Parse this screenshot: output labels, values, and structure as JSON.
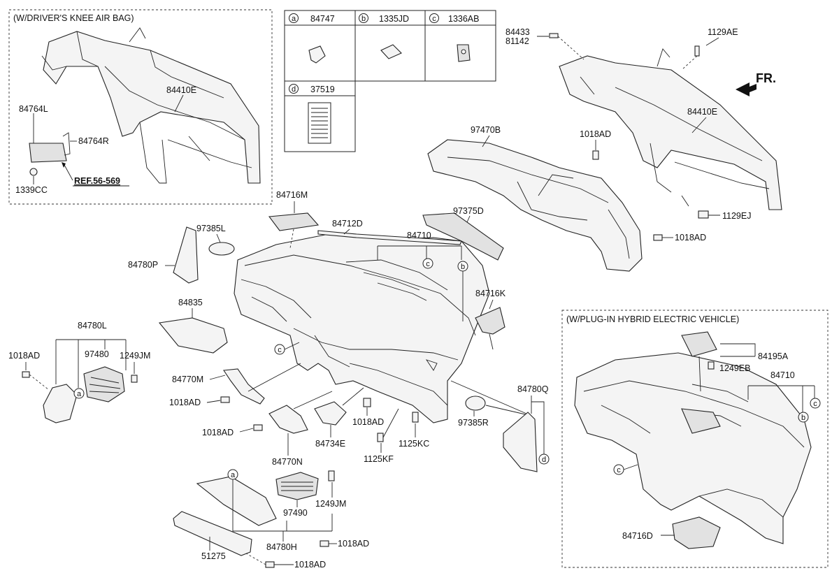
{
  "inset_driver_knee": {
    "title": "(W/DRIVER'S KNEE AIR BAG)",
    "ref": "REF.56-569",
    "labels": {
      "crossbar": "84410E",
      "bracket_l": "84764L",
      "bracket_r": "84764R",
      "nut": "1339CC"
    }
  },
  "inset_plugin": {
    "title": "(W/PLUG-IN HYBRID ELECTRIC VEHICLE)",
    "labels": {
      "cover": "84195A",
      "screw": "1249EB",
      "crash_pad": "84710",
      "bracket": "84716D"
    },
    "circles": {
      "c1": "c",
      "b1": "b",
      "c2": "c"
    }
  },
  "legend": {
    "cells": [
      {
        "letter": "a",
        "part": "84747"
      },
      {
        "letter": "b",
        "part": "1335JD"
      },
      {
        "letter": "c",
        "part": "1336AB"
      },
      {
        "letter": "d",
        "part": "37519"
      }
    ]
  },
  "fr_label": "FR.",
  "labels": {
    "bolt_top_a": "84433",
    "bolt_top_b": "81142",
    "bolt_top_c": "1129AE",
    "crossbar_main": "84410E",
    "screw_1129ej": "1129EJ",
    "duct": "97470B",
    "screw_duct": "1018AD",
    "screw_duct2": "1018AD",
    "defrost_grille": "97375D",
    "crash_pad": "84710",
    "top_cover": "84716M",
    "molding": "84712D",
    "side_cover_l": "97385L",
    "side_panel_l": "84780P",
    "cover_84716k": "84716K",
    "pad_84835": "84835",
    "vent_asm_label": "84780L",
    "vent_97480": "97480",
    "screw_1249jm": "1249JM",
    "screw_1018ad_left": "1018AD",
    "bracket_84770m": "84770M",
    "screw_1018ad_m": "1018AD",
    "screw_1018ad_n": "1018AD",
    "bracket_84770n": "84770N",
    "bracket_84734e": "84734E",
    "screw_1018ad_e": "1018AD",
    "bolt_1125kf": "1125KF",
    "bolt_1125kc": "1125KC",
    "side_cover_r": "97385R",
    "side_panel_r": "84780Q",
    "garnish_asm": "84780H",
    "vent_97490": "97490",
    "screw_1249jm_b": "1249JM",
    "screw_1018ad_h": "1018AD",
    "garnish_51275": "51275",
    "screw_1018ad_bottom": "1018AD"
  },
  "circles": {
    "main_c": "c",
    "main_b": "b",
    "main_c2": "c",
    "vent_a": "a",
    "garnish_a": "a",
    "panel_d": "d"
  }
}
